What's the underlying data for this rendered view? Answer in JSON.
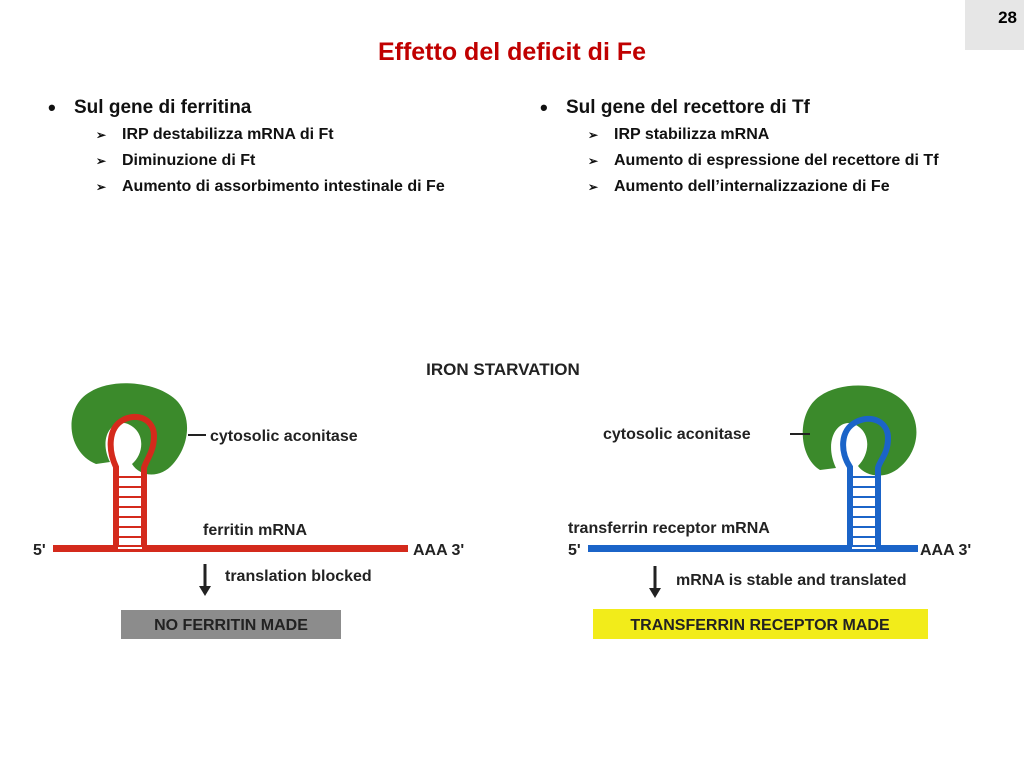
{
  "slide_number": "28",
  "title": "Effetto del deficit di Fe",
  "left_column": {
    "heading": "Sul gene di ferritina",
    "items": [
      "IRP destabilizza mRNA di Ft",
      "Diminuzione di Ft",
      "Aumento di assorbimento intestinale di Fe"
    ]
  },
  "right_column": {
    "heading": "Sul gene del recettore di Tf",
    "items": [
      "IRP stabilizza mRNA",
      "Aumento di espressione del recettore di Tf",
      "Aumento dell’internalizzazione di Fe"
    ]
  },
  "diagram": {
    "heading": "IRON STARVATION",
    "left": {
      "protein_label": "cytosolic aconitase",
      "mrna_label": "ferritin mRNA",
      "five_prime": "5'",
      "three_prime": "AAA 3'",
      "arrow_label": "translation blocked",
      "result": "NO FERRITIN MADE"
    },
    "right": {
      "protein_label": "cytosolic aconitase",
      "mrna_label": "transferrin receptor mRNA",
      "five_prime": "5'",
      "three_prime": "AAA 3'",
      "arrow_label": "mRNA is stable and translated",
      "result": "TRANSFERRIN RECEPTOR MADE"
    }
  },
  "colors": {
    "title": "#c00000",
    "ferritin_mrna": "#d42a1c",
    "tfr_mrna": "#1b64c8",
    "aconitase": "#3b8a2b",
    "no_ferritin_box": "#8c8c8c",
    "tfr_box": "#f2ec1a"
  }
}
